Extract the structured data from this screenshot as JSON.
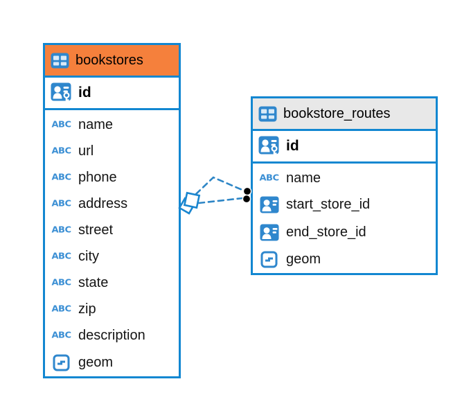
{
  "diagram": {
    "tables": [
      {
        "name": "bookstores",
        "title": "bookstores",
        "header_color": "#F5803C",
        "primary_key": {
          "name": "id",
          "icon": "person-key"
        },
        "columns": [
          {
            "name": "name",
            "icon": "text"
          },
          {
            "name": "url",
            "icon": "text"
          },
          {
            "name": "phone",
            "icon": "text"
          },
          {
            "name": "address",
            "icon": "text"
          },
          {
            "name": "street",
            "icon": "text"
          },
          {
            "name": "city",
            "icon": "text"
          },
          {
            "name": "state",
            "icon": "text"
          },
          {
            "name": "zip",
            "icon": "text"
          },
          {
            "name": "description",
            "icon": "text"
          },
          {
            "name": "geom",
            "icon": "geometry"
          }
        ]
      },
      {
        "name": "bookstore_routes",
        "title": "bookstore_routes",
        "header_color": "#E8E8E8",
        "primary_key": {
          "name": "id",
          "icon": "person-key"
        },
        "columns": [
          {
            "name": "name",
            "icon": "text"
          },
          {
            "name": "start_store_id",
            "icon": "person-card"
          },
          {
            "name": "end_store_id",
            "icon": "person-card"
          },
          {
            "name": "geom",
            "icon": "geometry"
          }
        ]
      }
    ],
    "relationships": [
      {
        "from_table": "bookstore_routes",
        "to_table": "bookstores",
        "style": "dashed",
        "to_marker": "diamond",
        "from_marker": "dot"
      },
      {
        "from_table": "bookstore_routes",
        "to_table": "bookstores",
        "style": "dashed",
        "to_marker": "diamond",
        "from_marker": "dot"
      }
    ],
    "icon_labels": {
      "text": "ABC"
    },
    "colors": {
      "table_border": "#1287D1",
      "header_orange": "#F5803C",
      "header_gray": "#E8E8E8",
      "icon_blue": "#2F87CD",
      "relationship_line": "#2E86C6",
      "dot_marker": "#000000",
      "text": "#141414"
    }
  }
}
